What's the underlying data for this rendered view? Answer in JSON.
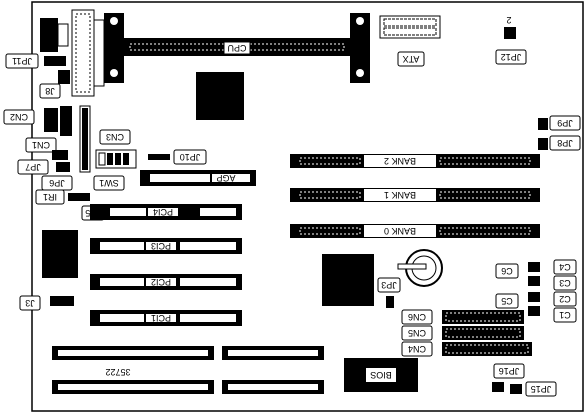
{
  "diagram": {
    "part_number": "35722",
    "labels": {
      "jp11": "JP11",
      "j8": "J8",
      "cn2": "CN2",
      "cn1": "CN1",
      "cn3": "CN3",
      "jp7": "JP7",
      "jp6": "JP6",
      "ir1": "IR1",
      "sw1": "SW1",
      "jp5": "JP5",
      "jp10": "JP10",
      "agp": "AGP",
      "pci4": "PCI4",
      "pci3": "PCI3",
      "pci2": "PCI2",
      "pci1": "PCI1",
      "j3": "J3",
      "cpu": "CPU",
      "atx": "ATX",
      "jp12": "JP12",
      "jp12_pin": "2",
      "jp9": "JP9",
      "jp8": "JP8",
      "bank2": "BANK 2",
      "bank1": "BANK 1",
      "bank0": "BANK 0",
      "c4": "C4",
      "c6": "C6",
      "c3": "C3",
      "c5": "C5",
      "c2": "C2",
      "c1": "C1",
      "jp3": "JP3",
      "cn6": "CN6",
      "cn5": "CN5",
      "cn4": "CN4",
      "bios": "BIOS",
      "jp16": "JP16",
      "jp15": "JP15"
    }
  }
}
